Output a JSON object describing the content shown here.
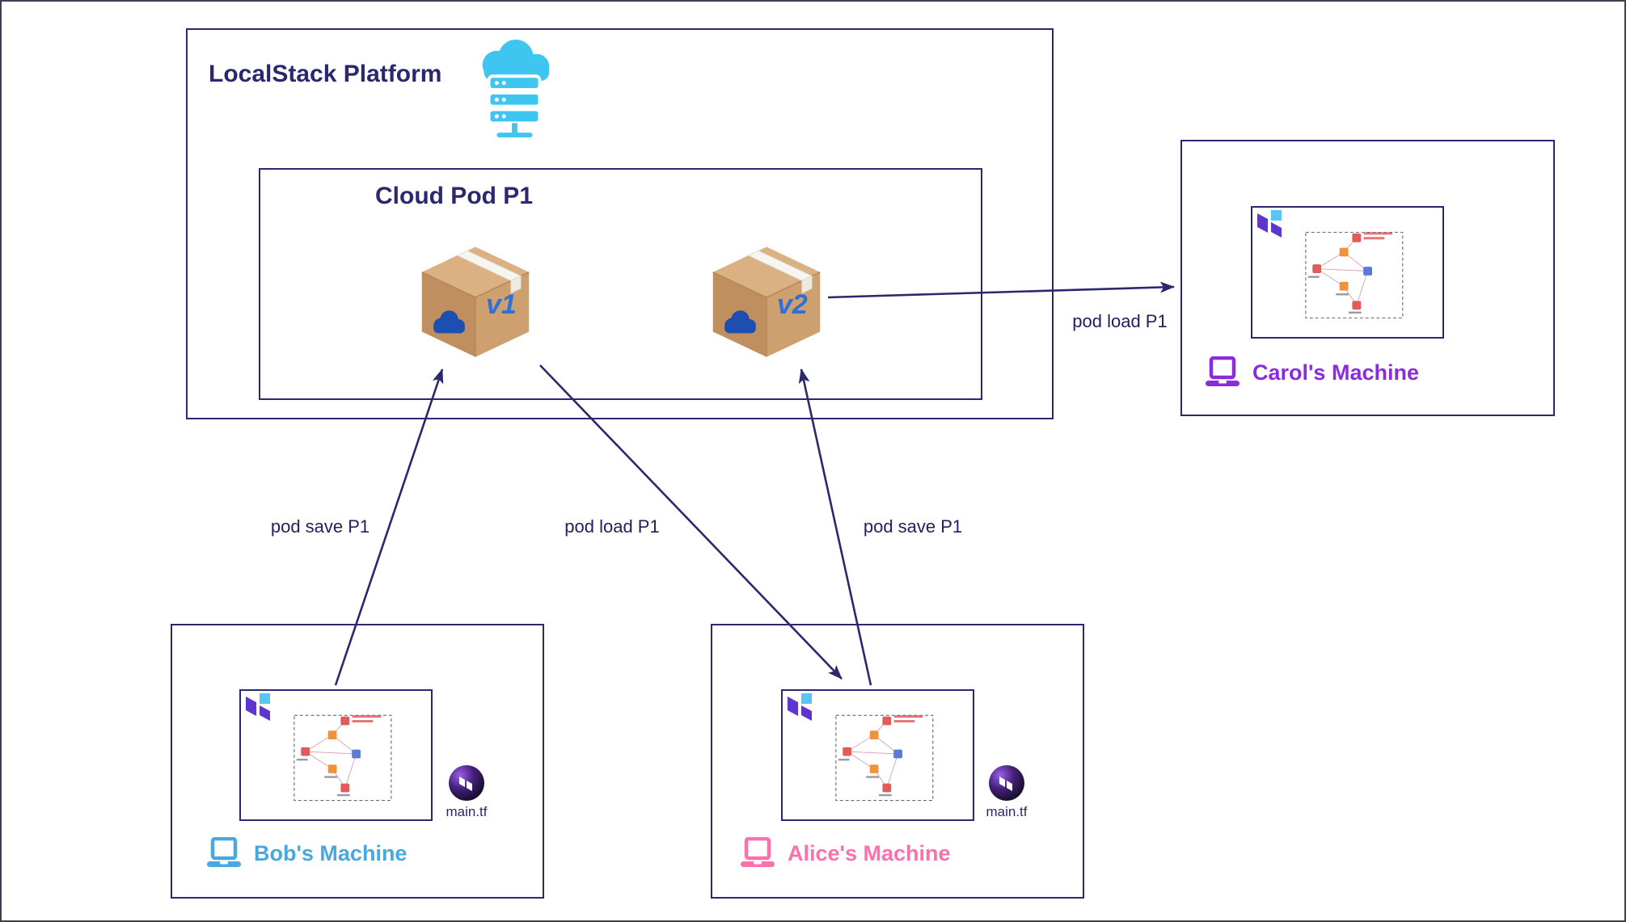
{
  "platform": {
    "title": "LocalStack Platform",
    "icon": "cloud-server-icon"
  },
  "cloud_pod": {
    "title": "Cloud Pod P1",
    "icon": "package-icon",
    "versions": {
      "v1": {
        "label": "v1"
      },
      "v2": {
        "label": "v2"
      }
    }
  },
  "machines": {
    "bob": {
      "name": "Bob's Machine",
      "file": "main.tf",
      "accent_color": "#49a8e0"
    },
    "alice": {
      "name": "Alice's Machine",
      "file": "main.tf",
      "accent_color": "#ff70ab"
    },
    "carol": {
      "name": "Carol's Machine",
      "accent_color": "#8a2be2"
    }
  },
  "arrows": {
    "bob_save": {
      "label": "pod save P1",
      "from": "Bob's Machine",
      "to": "Cloud Pod P1 v1"
    },
    "alice_load": {
      "label": "pod load P1",
      "from": "Cloud Pod P1 v1",
      "to": "Alice's Machine"
    },
    "alice_save": {
      "label": "pod save P1",
      "from": "Alice's Machine",
      "to": "Cloud Pod P1 v2"
    },
    "carol_load": {
      "label": "pod load P1",
      "from": "Cloud Pod P1 v2",
      "to": "Carol's Machine"
    }
  },
  "icons": {
    "cloud-server-icon": "cloud with server rack",
    "package-icon": "cardboard box with cloud logo",
    "terraform-logo-icon": "terraform logo mark",
    "terraform-file-icon": "terraform dark circle badge",
    "laptop-icon": "laptop",
    "architecture-diagram": "infrastructure diagram thumbnail"
  },
  "colors": {
    "outline": "#2b2870",
    "label_text": "#23205f",
    "platform_icon_blue": "#3ec6f0",
    "version_text_blue": "#2e6fd8",
    "bob_blue": "#49a8e0",
    "alice_pink": "#ff70ab",
    "carol_purple": "#8a2be2",
    "package_tan": "#cfa06f",
    "package_cloud_blue": "#1d4fb0"
  }
}
